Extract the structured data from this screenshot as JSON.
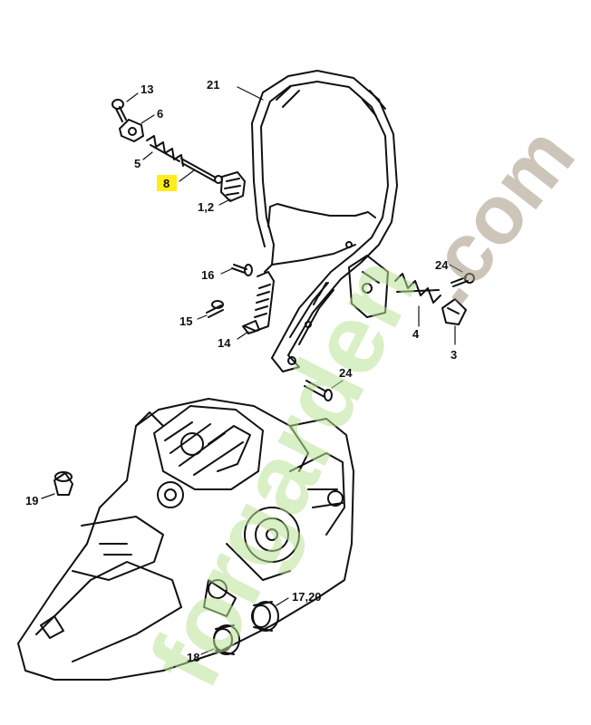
{
  "highlight_color": "#ffec1a",
  "watermark": {
    "main_text": "forgarden",
    "suffix_text": ".com",
    "main_color": "#bfe39a",
    "suffix_color": "#a89a86"
  },
  "labels": {
    "p13": "13",
    "p6": "6",
    "p5": "5",
    "p8": "8",
    "p1_2": "1,2",
    "p21": "21",
    "p16": "16",
    "p15": "15",
    "p14": "14",
    "p24a": "24",
    "p4": "4",
    "p3": "3",
    "p24b": "24",
    "p19": "19",
    "p17_20": "17,20",
    "p18": "18"
  }
}
